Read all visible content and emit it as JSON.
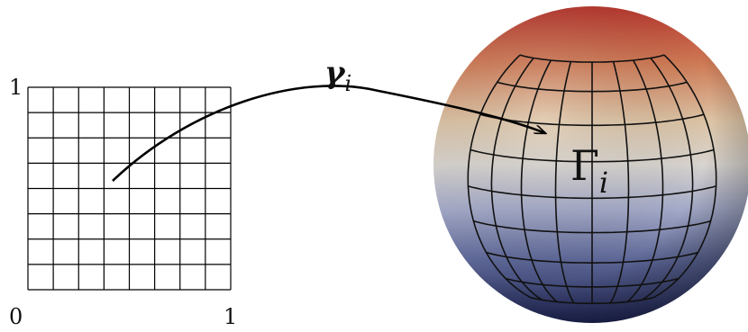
{
  "square": {
    "label_top": "1",
    "label_origin": "0",
    "label_right": "1",
    "divisions": 8
  },
  "map": {
    "symbol": "γ",
    "subscript": "i"
  },
  "surface": {
    "symbol": "Γ",
    "subscript": "i",
    "colors": {
      "top": "#b5362e",
      "middle": "#d9d2c4",
      "bottom": "#1d2352"
    }
  }
}
